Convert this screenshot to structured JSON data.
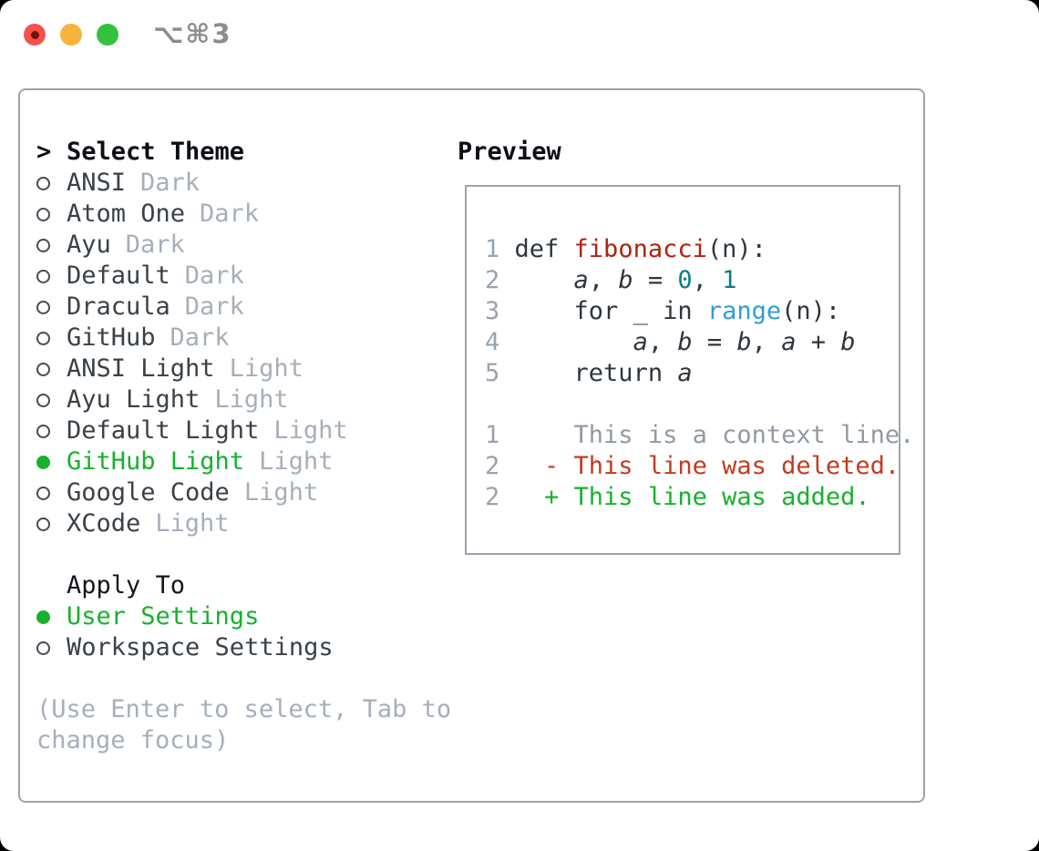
{
  "titlebar": {
    "shortcut": "⌥⌘3",
    "traffic_lights": [
      {
        "name": "close"
      },
      {
        "name": "minimize"
      },
      {
        "name": "zoom"
      }
    ]
  },
  "theme_panel": {
    "marker": ">",
    "title": "Select Theme",
    "themes": [
      {
        "name": "ANSI",
        "tag": "Dark",
        "selected": false
      },
      {
        "name": "Atom One",
        "tag": "Dark",
        "selected": false
      },
      {
        "name": "Ayu",
        "tag": "Dark",
        "selected": false
      },
      {
        "name": "Default",
        "tag": "Dark",
        "selected": false
      },
      {
        "name": "Dracula",
        "tag": "Dark",
        "selected": false
      },
      {
        "name": "GitHub",
        "tag": "Dark",
        "selected": false
      },
      {
        "name": "ANSI Light",
        "tag": "Light",
        "selected": false
      },
      {
        "name": "Ayu Light",
        "tag": "Light",
        "selected": false
      },
      {
        "name": "Default Light",
        "tag": "Light",
        "selected": false
      },
      {
        "name": "GitHub Light",
        "tag": "Light",
        "selected": true
      },
      {
        "name": "Google Code",
        "tag": "Light",
        "selected": false
      },
      {
        "name": "XCode",
        "tag": "Light",
        "selected": false
      }
    ],
    "apply_to": {
      "title": "Apply To",
      "options": [
        {
          "name": "User Settings",
          "selected": true
        },
        {
          "name": "Workspace Settings",
          "selected": false
        }
      ]
    },
    "hint": "(Use Enter to select, Tab to change focus)"
  },
  "preview": {
    "title": "Preview",
    "lines": [
      [
        {
          "t": "1",
          "s": "num"
        },
        {
          "t": " def ",
          "s": "code"
        },
        {
          "t": "fibonacci",
          "s": "func"
        },
        {
          "t": "(n):",
          "s": "code"
        }
      ],
      [
        {
          "t": "2",
          "s": "num"
        },
        {
          "t": "     ",
          "s": "code"
        },
        {
          "t": "a",
          "s": "var"
        },
        {
          "t": ", ",
          "s": "code"
        },
        {
          "t": "b",
          "s": "var"
        },
        {
          "t": " = ",
          "s": "code"
        },
        {
          "t": "0",
          "s": "lit"
        },
        {
          "t": ", ",
          "s": "code"
        },
        {
          "t": "1",
          "s": "lit"
        }
      ],
      [
        {
          "t": "3",
          "s": "num"
        },
        {
          "t": "     for _ in ",
          "s": "code"
        },
        {
          "t": "range",
          "s": "builtin"
        },
        {
          "t": "(n):",
          "s": "code"
        }
      ],
      [
        {
          "t": "4",
          "s": "num"
        },
        {
          "t": "         ",
          "s": "code"
        },
        {
          "t": "a",
          "s": "var"
        },
        {
          "t": ", ",
          "s": "code"
        },
        {
          "t": "b",
          "s": "var"
        },
        {
          "t": " = ",
          "s": "code"
        },
        {
          "t": "b",
          "s": "var"
        },
        {
          "t": ", ",
          "s": "code"
        },
        {
          "t": "a",
          "s": "var"
        },
        {
          "t": " + ",
          "s": "code"
        },
        {
          "t": "b",
          "s": "var"
        }
      ],
      [
        {
          "t": "5",
          "s": "num"
        },
        {
          "t": "     return ",
          "s": "code"
        },
        {
          "t": "a",
          "s": "var"
        }
      ],
      [],
      [
        {
          "t": "1",
          "s": "num"
        },
        {
          "t": "     This is a context line.",
          "s": "ctx"
        }
      ],
      [
        {
          "t": "2",
          "s": "num"
        },
        {
          "t": "   - This line was deleted.",
          "s": "del"
        }
      ],
      [
        {
          "t": "2",
          "s": "num"
        },
        {
          "t": "   + This line was added.",
          "s": "add"
        }
      ]
    ]
  },
  "colors": {
    "selection_green": "#17b12e",
    "added_green": "#17b12e",
    "deleted_red": "#c43a20",
    "func_red": "#b02112",
    "literal_teal": "#0d7e85",
    "builtin_blue": "#2f9ed4",
    "code_dark": "#2e363d",
    "context_gray": "#909aa5",
    "linenum_gray": "#99a3ad",
    "muted_gray": "#a6afba",
    "text_dark": "#3a4149",
    "heading_black": "#0b0f14",
    "border_gray": "#9ba3ad",
    "circle_gray": "#454c54",
    "titlebar_gray": "#8d8d8d",
    "traffic_red": "#f4514d",
    "traffic_red_dot": "#721210",
    "traffic_yellow": "#f6b43c",
    "traffic_green": "#33c13f"
  }
}
